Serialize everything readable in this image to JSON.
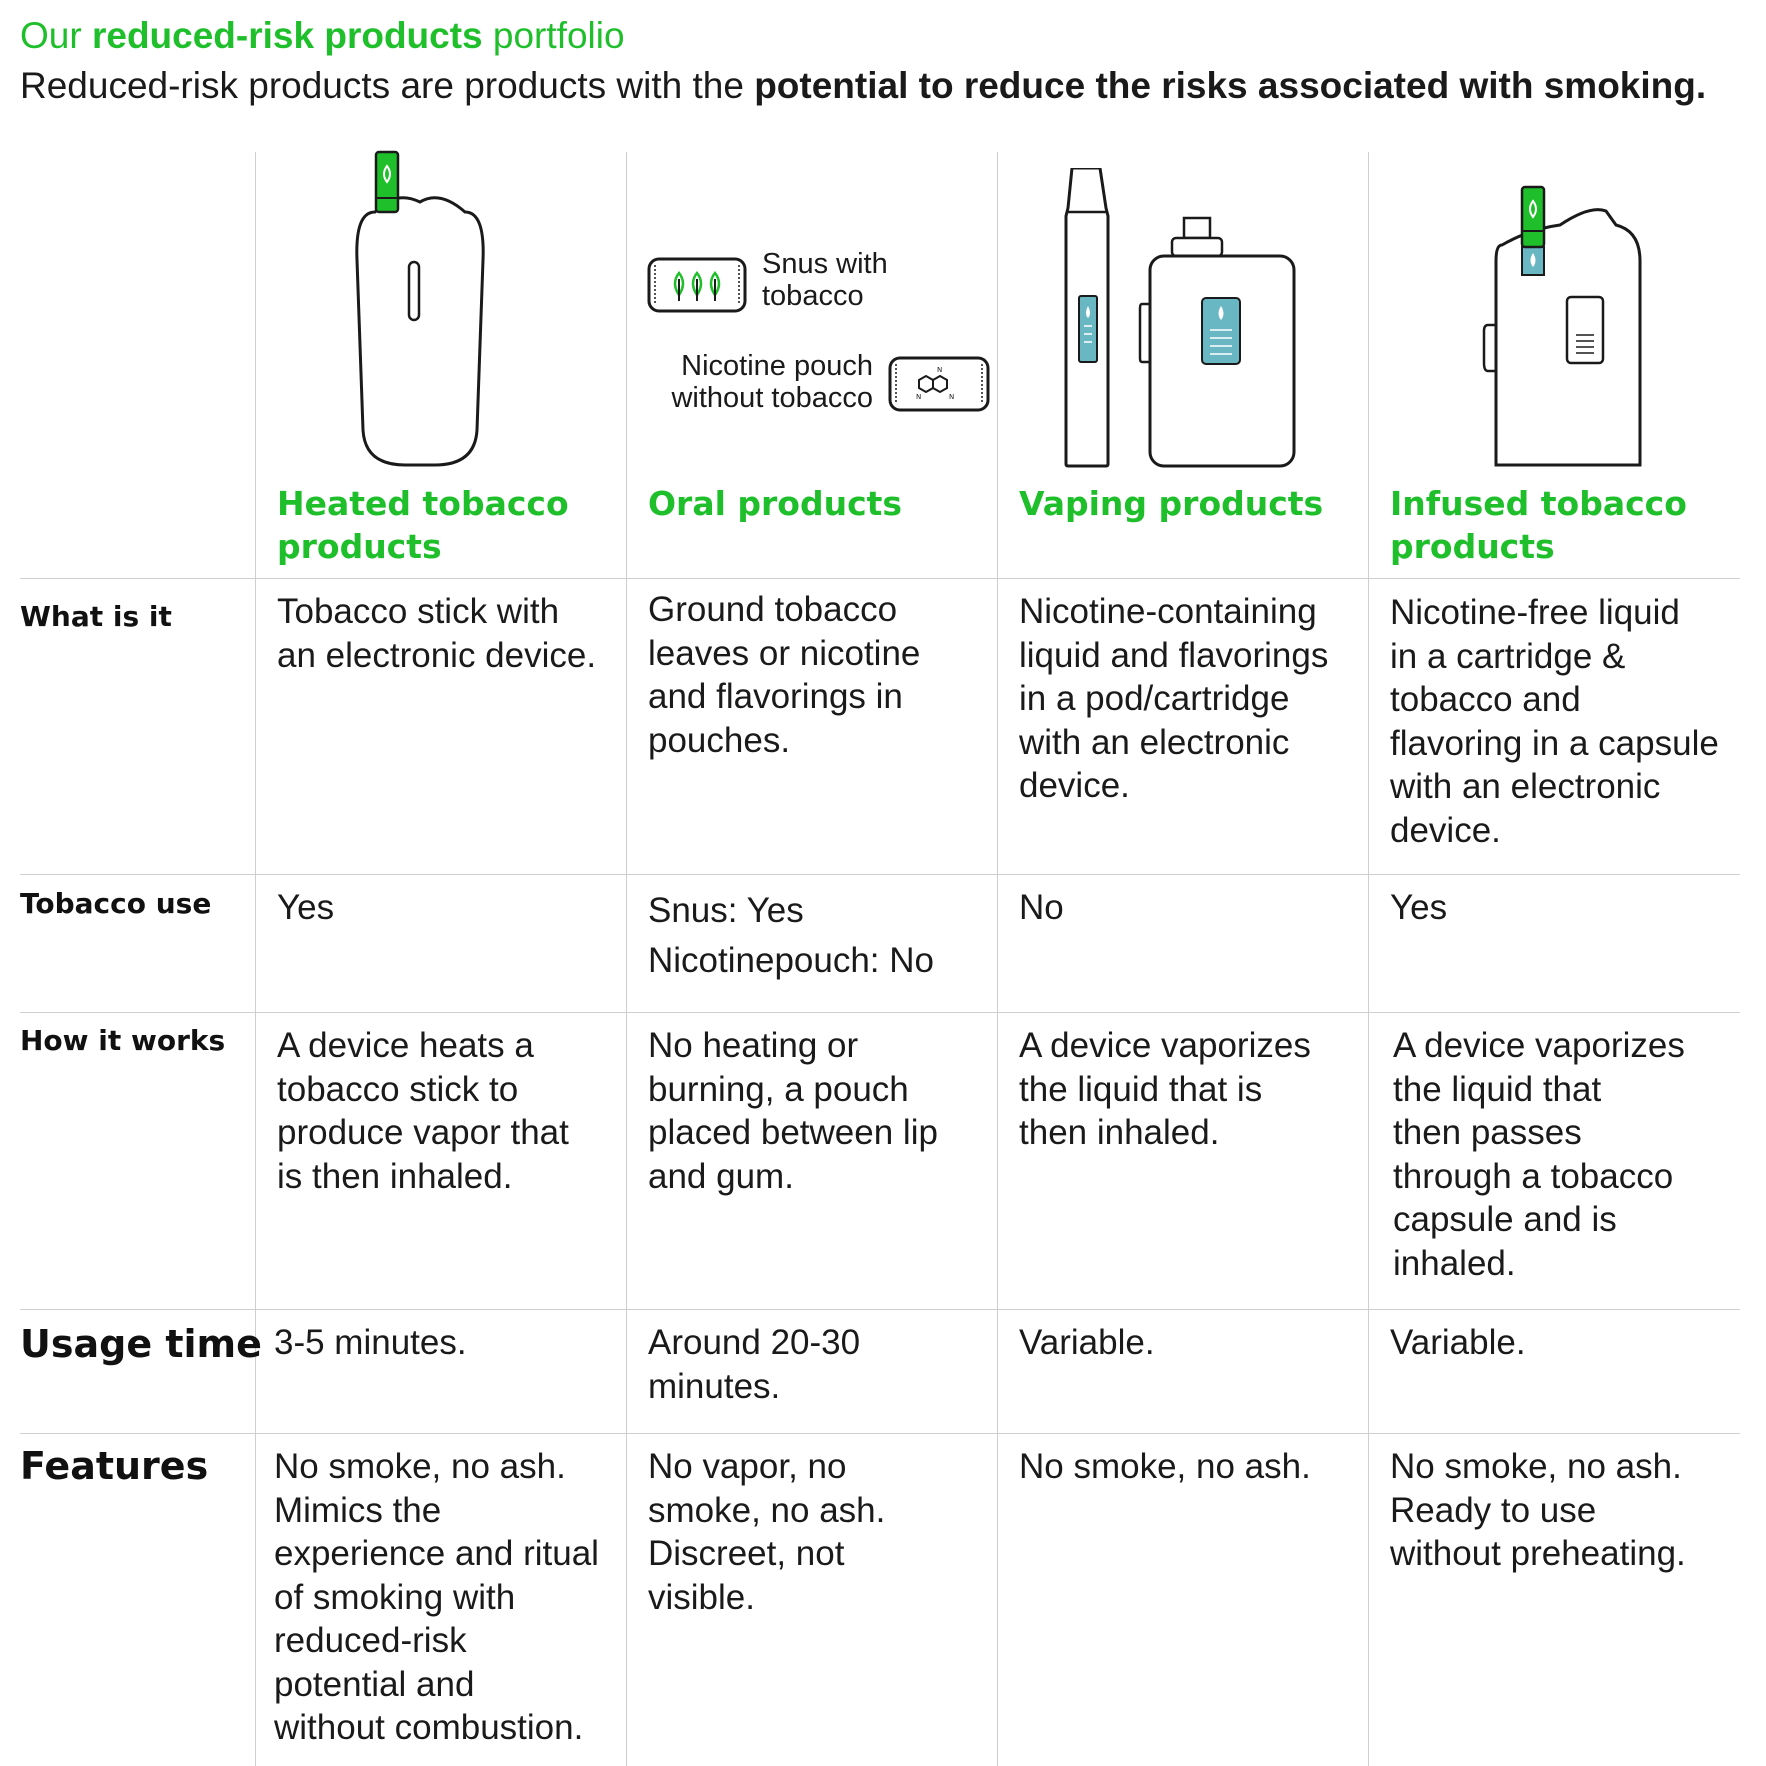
{
  "header": {
    "title_pre": "Our ",
    "title_bold": "reduced-risk products",
    "title_post": " portfolio",
    "subtitle_pre": "Reduced-risk products are products with the ",
    "subtitle_bold": "potential to reduce the risks associated with smoking."
  },
  "colors": {
    "brand_green": "#1fbf2b",
    "accent_teal": "#6ab7c4",
    "divider": "#cfcfcf"
  },
  "columns": [
    {
      "title_line1": "Heated tobacco",
      "title_line2": "products",
      "icon": "heated-tobacco-device-icon"
    },
    {
      "title_line1": "Oral products",
      "title_line2": "",
      "icon": "oral-pouch-icon"
    },
    {
      "title_line1": "Vaping products",
      "title_line2": "",
      "icon": "vaping-device-icon"
    },
    {
      "title_line1": "Infused tobacco",
      "title_line2": "products",
      "icon": "infused-tobacco-device-icon"
    }
  ],
  "pouches": {
    "snus_line1": "Snus with",
    "snus_line2": "tobacco",
    "nicotine_line1": "Nicotine pouch",
    "nicotine_line2": "without tobacco"
  },
  "rows": {
    "what": {
      "label": "What is it",
      "cells": [
        [
          "Tobacco stick with",
          "an electronic device."
        ],
        [
          "Ground tobacco",
          "leaves or nicotine",
          "and flavorings in",
          "pouches."
        ],
        [
          "Nicotine-containing",
          "liquid and flavorings",
          "in a pod/cartridge",
          "with an electronic",
          "device."
        ],
        [
          "Nicotine-free liquid",
          "in a cartridge &",
          "tobacco and",
          "flavoring in a capsule",
          "with an electronic",
          "device."
        ]
      ]
    },
    "tobacco": {
      "label": "Tobacco use",
      "cells": [
        [
          "Yes"
        ],
        [
          "Snus: Yes",
          "Nicotinepouch: No"
        ],
        [
          "No"
        ],
        [
          "Yes"
        ]
      ]
    },
    "how": {
      "label": "How it works",
      "cells": [
        [
          "A device heats a",
          "tobacco stick to",
          "produce vapor that",
          "is then inhaled."
        ],
        [
          "No heating or",
          "burning, a pouch",
          "placed between lip",
          "and gum."
        ],
        [
          "A device vaporizes",
          "the liquid that is",
          "then inhaled."
        ],
        [
          "A device vaporizes",
          "the  liquid that",
          "then passes",
          "through a tobacco",
          "capsule and is",
          "inhaled."
        ]
      ]
    },
    "usage": {
      "label": "Usage time",
      "cells": [
        [
          "3-5 minutes."
        ],
        [
          "Around 20-30",
          "minutes."
        ],
        [
          "Variable."
        ],
        [
          "Variable."
        ]
      ]
    },
    "features": {
      "label": "Features",
      "cells": [
        [
          "No smoke, no ash.",
          "Mimics the",
          "experience and ritual",
          "of smoking with",
          "reduced-risk",
          "potential and",
          "without combustion."
        ],
        [
          "No vapor, no",
          "smoke, no ash.",
          "Discreet, not",
          "visible."
        ],
        [
          "No smoke, no ash."
        ],
        [
          "No smoke, no ash.",
          "Ready to use",
          "without preheating."
        ]
      ]
    }
  }
}
